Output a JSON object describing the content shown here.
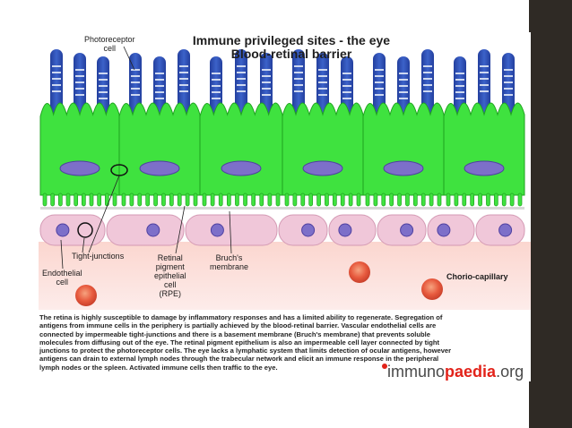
{
  "title": {
    "line1": "Immune privileged sites - the eye",
    "line2": "Blood-retinal barrier"
  },
  "labels": {
    "photoreceptor": [
      "Photoreceptor",
      "cell"
    ],
    "tight_junctions": "Tight-junctions",
    "endothelial": [
      "Endothelial",
      "cell"
    ],
    "rpe": [
      "Retinal",
      "pigment",
      "epithelial",
      "cell",
      "(RPE)"
    ],
    "bruchs": [
      "Bruch's",
      "membrane"
    ],
    "chorio": "Chorio-capillary"
  },
  "caption": [
    "The retina is highly susceptible to damage by inflammatory responses and has a limited ability to regenerate. Segregation of",
    "antigens from immune cells in the periphery is partially achieved by the blood-retinal barrier. Vascular endothelial cells are",
    "connected by impermeable tight-junctions and there is a basement membrane (Bruch's membrane) that prevents soluble",
    "molecules from diffusing out of the eye. The retinal pigment epithelium is also an impermeable cell layer connected by tight",
    "junctions to protect the photoreceptor cells. The eye lacks a lymphatic system that limits detection of ocular antigens, however",
    "antigens can drain to external lymph nodes through the trabecular network and elicit an immune response in the peripheral",
    "lymph nodes or the spleen.  Activated immune cells then traffic to the eye."
  ],
  "logo": {
    "part1": "immuno",
    "part2": "paedia",
    "part3": ".org"
  },
  "colors": {
    "rpe_green": "#3fe23f",
    "photoreceptor_blue": "#2f4fb8",
    "nucleus_purple": "#7d6fc9",
    "endothelial_pink": "#f0c7d9",
    "blood_red": "#e7664d",
    "logo_red": "#e2231a"
  }
}
